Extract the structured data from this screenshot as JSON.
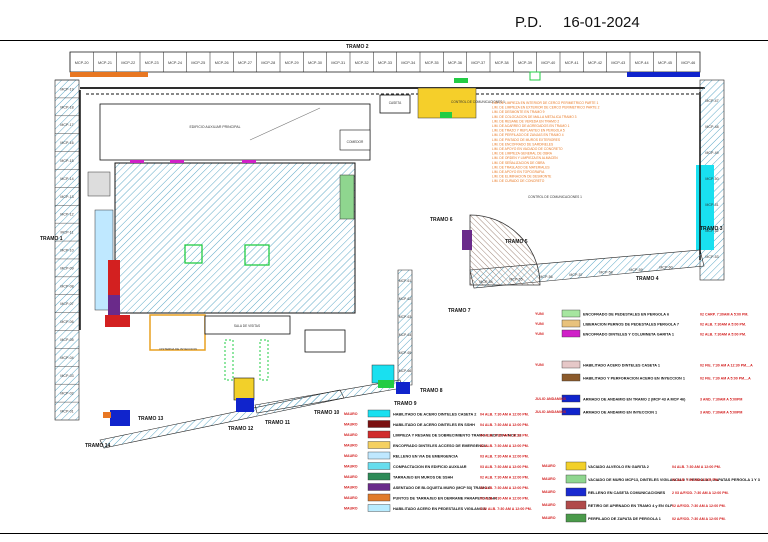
{
  "header": {
    "pd": "P.D.",
    "date": "16-01-2024"
  },
  "colors": {
    "hatch": "#5fa9c7",
    "wall": "#111111",
    "green": "#22cc44",
    "blue": "#1024cc",
    "orange": "#e87722",
    "yellow": "#f2d02a",
    "red": "#d32020",
    "magenta": "#d020c8",
    "cyan": "#19e0f0"
  },
  "tramo_labels": [
    "TRAMO 1",
    "TRAMO 2",
    "TRAMO 3",
    "TRAMO 4",
    "TRAMO 5",
    "TRAMO 6",
    "TRAMO 7",
    "TRAMO 8",
    "TRAMO 9",
    "TRAMO 10",
    "TRAMO 11",
    "TRAMO 12",
    "TRAMO 13",
    "TRAMO 14"
  ],
  "top_mcp": [
    "MCP-20",
    "MCP-21",
    "MCP-22",
    "MCP-23",
    "MCP-24",
    "MCP-25",
    "MCP-26",
    "MCP-27",
    "MCP-28",
    "MCP-29",
    "MCP-30",
    "MCP-31",
    "MCP-32",
    "MCP-33",
    "MCP-34",
    "MCP-35",
    "MCP-36",
    "MCP-37",
    "MCP-38",
    "MCP-39",
    "MCP-40",
    "MCP-41",
    "MCP-42",
    "MCP-43",
    "MCP-44",
    "MCP-45",
    "MCP-46"
  ],
  "left_mcp": [
    "MCP-19",
    "MCP-18",
    "MCP-17",
    "MCP-16",
    "MCP-15",
    "MCP-14",
    "MCP-13",
    "MCP-12",
    "MCP-11",
    "MCP-10",
    "MCP-09",
    "MCP-08",
    "MCP-07",
    "MCP-06",
    "MCP-05",
    "MCP-04",
    "MCP-03",
    "MCP-02",
    "MCP-01"
  ],
  "right_mcp": [
    "MCP-47",
    "MCP-48",
    "MCP-49",
    "MCP-50",
    "MCP-51",
    "MCP-52",
    "MCP-53"
  ],
  "mid_mcp": [
    "MCP-54",
    "MCP-55",
    "MCP-56",
    "MCP-57",
    "MCP-58",
    "MCP-59",
    "MCP-60"
  ],
  "t7_mcp": [
    "MCP-61",
    "MCP-62",
    "MCP-63",
    "MCP-64",
    "MCP-65",
    "MCP-66",
    "MCP-67",
    "MCP-68",
    "MCP-69",
    "MCP-70",
    "MCP-71",
    "MCP-72"
  ],
  "rooms": {
    "aux": "EDIFICIO AUXILIAR PRINCIPAL",
    "comedor": "COMEDOR",
    "central_top": "CONTROL DE COMUNICACIONES 1",
    "central_mid": "CONTROL DE COMUNICACIONES 1",
    "caseta": "CASETA",
    "sala": "SALA DE VISITAS",
    "cisterna": "CISTERNA DE INYECCION"
  },
  "legend_right": [
    {
      "tag": "YUNI",
      "color": "#a6e6a0",
      "text": "ENCOFRADO DE PEDESTALES EN PERGOLA 6",
      "detail": "02 CARP. 7:30AM A 5:00 PM."
    },
    {
      "tag": "YUNI",
      "color": "#e8c27c",
      "text": "LIBERACION PERNOS DE PEDESTALES PERGOLA 7",
      "detail": "02 ALB. 7:30AM A 5:00 PM."
    },
    {
      "tag": "YUNI",
      "color": "#d020c8",
      "text": "ENCOFRADO DINTELES Y COLUMNETA GARITA 1",
      "detail": "02 ALB. 7:30AM A 5:00 PM."
    },
    {
      "tag": "YUNI",
      "color": "#e6c8c8",
      "text": "HABILITADO ACERO DINTELES CASETA 1",
      "detail": "02 FIE. 7:30 AM A 12:30 PM....A"
    },
    {
      "tag": "",
      "color": "#8b5a2b",
      "text": "HABILITADO Y PERFORACION ACERO EN INYECCION 1",
      "detail": "02 FIE. 7:30 AM A 5:00 PM....A"
    },
    {
      "tag": "JULIO ANDAMIOS",
      "color": "#1024cc",
      "text": "ARMADO DE ANDAMIO EN TRAMO 2 (MCP 43 A MCP 46)",
      "detail": "3 AND. 7:30AM A 5:00PM"
    },
    {
      "tag": "JULIO ANDAMIOS",
      "color": "#1024cc",
      "text": "ARMADO DE ANDAMIO EN INYECCION 1",
      "detail": "3 AND. 7:30AM A 5:00PM"
    }
  ],
  "legend_bottom": [
    {
      "tag": "MAURO",
      "color": "#19e0f0",
      "text": "HABILITADO DE ACERO DINTELES CASETA 2",
      "detail": "04 ALB. 7:30 AM A 12:00 PM."
    },
    {
      "tag": "MAURO",
      "color": "#7a1010",
      "text": "HABILITADO DE ACERO DINTELES EN SSHH",
      "detail": "04 ALB. 7:30 AM A 12:00 PM."
    },
    {
      "tag": "MAURO",
      "color": "#d02c2c",
      "text": "LIMPIEZA Y RESANE DE SOBRECIMIENTO TRAMO 2 MCP 20 A MCP 22",
      "detail": "04 ALB. 7:30 AM A 12:30 PM."
    },
    {
      "tag": "MAURO",
      "color": "#f4d060",
      "text": "ENCOFRADO DINTELES ACCESO DE EMERGENCIA",
      "detail": "04 ALB. 7:30 AM A 12:00 PM."
    },
    {
      "tag": "MAURO",
      "color": "#bfe8ff",
      "text": "RELLENO EN VIA DE EMERGENCIA",
      "detail": "03 ALB. 7:30 AM A 12:00 PM."
    },
    {
      "tag": "MAURO",
      "color": "#66ddee",
      "text": "COMPACTACION EN EDIFICIO AUXILIAR",
      "detail": "03 ALB. 7:30 AM A 12:00 PM."
    },
    {
      "tag": "MAURO",
      "color": "#2e8b57",
      "text": "TARRAJEO EN MUROS DE SSHH",
      "detail": "02 ALB. 7:30 AM A 12:00 PM."
    },
    {
      "tag": "MAURO",
      "color": "#6a2a8a",
      "text": "ASENTADO DE BLOQUETA MURO (MCP 53) TRAMO 6",
      "detail": "02 ALB. 7:30 AM A 12:00 PM."
    },
    {
      "tag": "MAURO",
      "color": "#e07b2a",
      "text": "PUNTOS DE TARRAJEO EN DERRAME PARAPETO SSHH",
      "detail": "01 ALB. 7:30 AM A 12:00 PM."
    },
    {
      "tag": "MAURO",
      "color": "#b8ecff",
      "text": "HABILITADO ACERO EN PEDESTALES VIGILANCIA",
      "detail": "3 02 ALB. 7:30 AM A 12:00 PM."
    }
  ],
  "legend_bottom_right": [
    {
      "tag": "MAURO",
      "color": "#f2d02a",
      "text": "VACIADO ALVEOLO EN GARITA 2",
      "detail": "04 ALB. 7:30 AM A 12:00 PM."
    },
    {
      "tag": "MAURO",
      "color": "#8fd68f",
      "text": "VACIADO DE MURO MCP13, DINTELES VIGILANCIA 2 Y PERGOLA 7, ZAPATAS PERGOLA 1 Y 3",
      "detail": "01 ALB. 7:30 AM A 5:00 PM."
    },
    {
      "tag": "MAURO",
      "color": "#1a2ad0",
      "text": "RELLENO EN CASETA COMUNICACIONES",
      "detail": "2 03 A/F/OD. 7:30 AM A 12:00 PM."
    },
    {
      "tag": "MAURO",
      "color": "#b04a4a",
      "text": "RETIRO DE APIRNADO EN TRAMO 4 y EN GLP",
      "detail": "02 A/F/OD. 7:30 AM A 12:00 PM."
    },
    {
      "tag": "MAURO",
      "color": "#4a9a4a",
      "text": "PERFILADO DE ZAPATA DE PERGOLA 1",
      "detail": "02 A/F/OD. 7:30 AM A 12:00 PM."
    }
  ],
  "orange_notes": [
    "LIM. DE LIMPIEZA EN INTERIOR DE CERCO PERIMETRICO PARTE 1",
    "LIM. DE LIMPIEZA EN EXTERIOR DE CERCO PERIMETRICO PARTE 2",
    "LIM. DE DESMONTE EN TRAMO 9",
    "LIM. DE COLOCACION DE MALLA METALICA TRAMO 3",
    "LIM. DE RESANE DE VEREDA EN TRAMO 2",
    "LIM. DE ACARREO DE AGREGADOS EN TRAMO 1",
    "LIM. DE TRAZO Y REPLANTEO EN PERGOLA 5",
    "LIM. DE PERFILADO DE ZANJAS EN TRAMO 4",
    "LIM. DE PINTADO DE MUROS EXTERIORES",
    "LIM. DE ENCOFRADO DE SARDINELES",
    "LIM. DE APOYO EN VACIADO DE CONCRETO",
    "LIM. DE LIMPIEZA GENERAL DE OBRA",
    "LIM. DE ORDEN Y LIMPIEZA EN ALMACEN",
    "LIM. DE SEÑALIZACION DE OBRA",
    "LIM. DE TRASLADO DE MATERIALES",
    "LIM. DE APOYO EN TOPOGRAFIA",
    "LIM. DE ELIMINACION DE DESMONTE",
    "LIM. DE CURADO DE CONCRETO"
  ]
}
